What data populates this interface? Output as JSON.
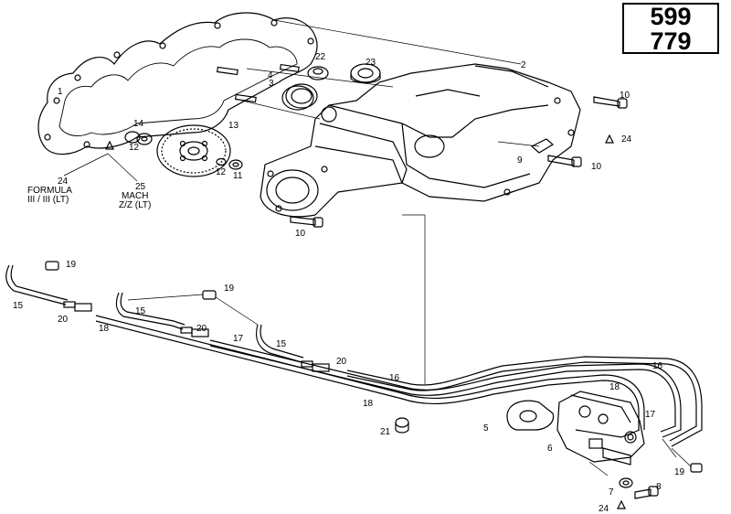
{
  "model_codes": [
    "599",
    "779"
  ],
  "callouts": {
    "c1": "1",
    "c2": "2",
    "c3": "3",
    "c4": "4",
    "c5": "5",
    "c6": "6",
    "c7": "7",
    "c8": "8",
    "c9": "9",
    "c10": "10",
    "c11": "11",
    "c12": "12",
    "c13": "13",
    "c14": "14",
    "c15": "15",
    "c16": "16",
    "c17": "17",
    "c18": "18",
    "c19": "19",
    "c20": "20",
    "c21": "21",
    "c22": "22",
    "c23": "23",
    "c24": "24",
    "c25": "25"
  },
  "notes": {
    "formula_1": "FORMULA",
    "formula_2": "III / III (LT)",
    "mach_1": "MACH",
    "mach_2": "Z/Z (LT)"
  }
}
